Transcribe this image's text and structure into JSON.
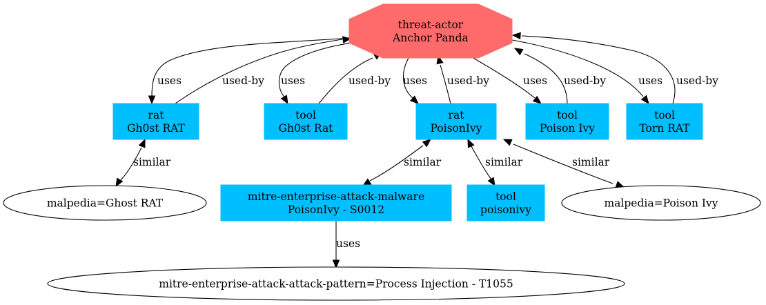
{
  "graph": {
    "colors": {
      "threat_actor": "#ff6b6b",
      "entity_box": "#00bfff",
      "ellipse_fill": "#ffffff",
      "edge": "#000000"
    },
    "nodes": [
      {
        "id": "anchor-panda",
        "shape": "octagon",
        "lines": [
          "threat-actor",
          "Anchor Panda"
        ]
      },
      {
        "id": "rat-gh0st",
        "shape": "box",
        "lines": [
          "rat",
          "Gh0st RAT"
        ]
      },
      {
        "id": "tool-gh0st",
        "shape": "box",
        "lines": [
          "tool",
          "Gh0st Rat"
        ]
      },
      {
        "id": "rat-poisonivy",
        "shape": "box",
        "lines": [
          "rat",
          "PoisonIvy"
        ]
      },
      {
        "id": "tool-poison-ivy",
        "shape": "box",
        "lines": [
          "tool",
          "Poison Ivy"
        ]
      },
      {
        "id": "tool-torn-rat",
        "shape": "box",
        "lines": [
          "tool",
          "Torn RAT"
        ]
      },
      {
        "id": "malpedia-ghost",
        "shape": "ellipse",
        "lines": [
          "malpedia=Ghost RAT"
        ]
      },
      {
        "id": "mitre-malware-poisonivy",
        "shape": "box",
        "lines": [
          "mitre-enterprise-attack-malware",
          "PoisonIvy - S0012"
        ]
      },
      {
        "id": "tool-poisonivy",
        "shape": "box",
        "lines": [
          "tool",
          "poisonivy"
        ]
      },
      {
        "id": "malpedia-poison-ivy",
        "shape": "ellipse",
        "lines": [
          "malpedia=Poison Ivy"
        ]
      },
      {
        "id": "attack-pattern-process-injection",
        "shape": "ellipse",
        "lines": [
          "mitre-enterprise-attack-attack-pattern=Process Injection - T1055"
        ]
      }
    ],
    "edges": [
      {
        "id": "e1",
        "from": "anchor-panda",
        "to": "rat-gh0st",
        "label": "uses",
        "dir": "forward"
      },
      {
        "id": "e2",
        "from": "rat-gh0st",
        "to": "anchor-panda",
        "label": "used-by",
        "dir": "forward"
      },
      {
        "id": "e3",
        "from": "anchor-panda",
        "to": "tool-gh0st",
        "label": "uses",
        "dir": "forward"
      },
      {
        "id": "e4",
        "from": "tool-gh0st",
        "to": "anchor-panda",
        "label": "used-by",
        "dir": "forward"
      },
      {
        "id": "e5",
        "from": "anchor-panda",
        "to": "rat-poisonivy",
        "label": "uses",
        "dir": "forward"
      },
      {
        "id": "e6",
        "from": "rat-poisonivy",
        "to": "anchor-panda",
        "label": "used-by",
        "dir": "forward"
      },
      {
        "id": "e7",
        "from": "anchor-panda",
        "to": "tool-poison-ivy",
        "label": "uses",
        "dir": "forward"
      },
      {
        "id": "e8",
        "from": "tool-poison-ivy",
        "to": "anchor-panda",
        "label": "used-by",
        "dir": "forward"
      },
      {
        "id": "e9",
        "from": "anchor-panda",
        "to": "tool-torn-rat",
        "label": "uses",
        "dir": "forward"
      },
      {
        "id": "e10",
        "from": "tool-torn-rat",
        "to": "anchor-panda",
        "label": "used-by",
        "dir": "forward"
      },
      {
        "id": "e11",
        "from": "rat-gh0st",
        "to": "malpedia-ghost",
        "label": "similar",
        "dir": "both"
      },
      {
        "id": "e12",
        "from": "rat-poisonivy",
        "to": "mitre-malware-poisonivy",
        "label": "similar",
        "dir": "both"
      },
      {
        "id": "e13",
        "from": "rat-poisonivy",
        "to": "tool-poisonivy",
        "label": "similar",
        "dir": "both"
      },
      {
        "id": "e14",
        "from": "rat-poisonivy",
        "to": "malpedia-poison-ivy",
        "label": "similar",
        "dir": "both"
      },
      {
        "id": "e15",
        "from": "mitre-malware-poisonivy",
        "to": "attack-pattern-process-injection",
        "label": "uses",
        "dir": "forward"
      }
    ]
  }
}
